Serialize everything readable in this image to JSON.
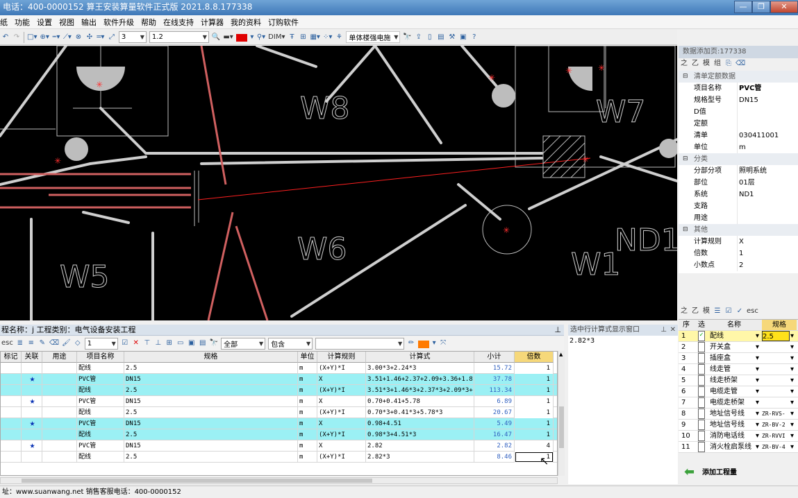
{
  "window": {
    "title": "电话：400-0000152   算王安装算量软件正式版 2021.8.8.177338",
    "controls": [
      "—",
      "❐",
      "✕"
    ]
  },
  "menu": [
    "纸",
    "功能",
    "设置",
    "视图",
    "输出",
    "软件升级",
    "帮助",
    "在线支持",
    "计算器",
    "我的资料",
    "订购软件"
  ],
  "toolbar": {
    "layer_number": "3",
    "line_width": "1.2",
    "floor_select": "单体楼强电施"
  },
  "canvas": {
    "labels": [
      "W8",
      "W7",
      "W6",
      "W5",
      "W1",
      "ND1"
    ]
  },
  "right_panel": {
    "title": "数据添加页:177338",
    "sections": [
      {
        "name": "清单定额数据",
        "rows": [
          [
            "项目名称",
            "PVC管"
          ],
          [
            "规格型号",
            "DN15"
          ],
          [
            "D值",
            ""
          ],
          [
            "定额",
            ""
          ],
          [
            "清单",
            "030411001"
          ],
          [
            "单位",
            "m"
          ]
        ]
      },
      {
        "name": "分类",
        "rows": [
          [
            "分部分项",
            "照明系统"
          ],
          [
            "部位",
            "01层"
          ],
          [
            "系统",
            "ND1"
          ],
          [
            "支路",
            ""
          ],
          [
            "用途",
            ""
          ]
        ]
      },
      {
        "name": "其他",
        "rows": [
          [
            "计算规则",
            "X"
          ],
          [
            "倍数",
            "1"
          ],
          [
            "小数点",
            "2"
          ]
        ]
      }
    ],
    "table": {
      "headers": [
        "序",
        "选",
        "名称",
        "规格"
      ],
      "rows": [
        {
          "n": "1",
          "name": "配线",
          "spec": "2.5",
          "checked": "✓"
        },
        {
          "n": "2",
          "name": "开关盒",
          "spec": "",
          "checked": ""
        },
        {
          "n": "3",
          "name": "插座盒",
          "spec": "",
          "checked": ""
        },
        {
          "n": "4",
          "name": "线走管",
          "spec": "",
          "checked": ""
        },
        {
          "n": "5",
          "name": "线走桥架",
          "spec": "",
          "checked": ""
        },
        {
          "n": "6",
          "name": "电缆走管",
          "spec": "",
          "checked": ""
        },
        {
          "n": "7",
          "name": "电缆走桥架",
          "spec": "",
          "checked": ""
        },
        {
          "n": "8",
          "name": "地址信号线",
          "spec": "ZR-RVS-",
          "checked": ""
        },
        {
          "n": "9",
          "name": "地址信号线",
          "spec": "ZR-BV-2",
          "checked": ""
        },
        {
          "n": "10",
          "name": "消防电话线",
          "spec": "ZR-RVVI",
          "checked": ""
        },
        {
          "n": "11",
          "name": "消火栓启泵线",
          "spec": "ZR-BV-4",
          "checked": ""
        }
      ]
    },
    "add_button": "添加工程量"
  },
  "bottom_pane": {
    "title": "程名称：j 工程类别：电气设备安装工程",
    "toolbar": {
      "count": "1",
      "filter_all": "全部",
      "filter_include": "包含"
    },
    "columns": [
      "标记",
      "关联",
      "用途",
      "项目名称",
      "规格",
      "单位",
      "计算规则",
      "计算式",
      "小计",
      "倍数"
    ],
    "rows": [
      {
        "star": "",
        "name": "配线",
        "spec": "2.5",
        "unit": "m",
        "rule": "(X+Y)*I",
        "formula": "3.00*3+2.24*3",
        "subtotal": "15.72",
        "mult": "1",
        "hl": false
      },
      {
        "star": "★",
        "name": "PVC管",
        "spec": "DN15",
        "unit": "m",
        "rule": "X",
        "formula": "3.51+1.46+2.37+2.09+3.36+1.8",
        "subtotal": "37.78",
        "mult": "1",
        "hl": true
      },
      {
        "star": "",
        "name": "配线",
        "spec": "2.5",
        "unit": "m",
        "rule": "(X+Y)*I",
        "formula": "3.51*3+1.46*3+2.37*3+2.09*3+",
        "subtotal": "113.34",
        "mult": "1",
        "hl": true
      },
      {
        "star": "★",
        "name": "PVC管",
        "spec": "DN15",
        "unit": "m",
        "rule": "X",
        "formula": "0.70+0.41+5.78",
        "subtotal": "6.89",
        "mult": "1",
        "hl": false
      },
      {
        "star": "",
        "name": "配线",
        "spec": "2.5",
        "unit": "m",
        "rule": "(X+Y)*I",
        "formula": "0.70*3+0.41*3+5.78*3",
        "subtotal": "20.67",
        "mult": "1",
        "hl": false
      },
      {
        "star": "★",
        "name": "PVC管",
        "spec": "DN15",
        "unit": "m",
        "rule": "X",
        "formula": "0.98+4.51",
        "subtotal": "5.49",
        "mult": "1",
        "hl": true
      },
      {
        "star": "",
        "name": "配线",
        "spec": "2.5",
        "unit": "m",
        "rule": "(X+Y)*I",
        "formula": "0.98*3+4.51*3",
        "subtotal": "16.47",
        "mult": "1",
        "hl": true
      },
      {
        "star": "★",
        "name": "PVC管",
        "spec": "DN15",
        "unit": "m",
        "rule": "X",
        "formula": "2.82",
        "subtotal": "2.82",
        "mult": "4",
        "hl": false
      },
      {
        "star": "",
        "name": "配线",
        "spec": "2.5",
        "unit": "m",
        "rule": "(X+Y)*I",
        "formula": "2.82*3",
        "subtotal": "8.46",
        "mult": "1",
        "hl": false
      }
    ]
  },
  "formula_pane": {
    "title": "选中行计算式显示窗口",
    "content": "2.82*3"
  },
  "status": "址：www.suanwang.net 销售客服电话：400-0000152"
}
